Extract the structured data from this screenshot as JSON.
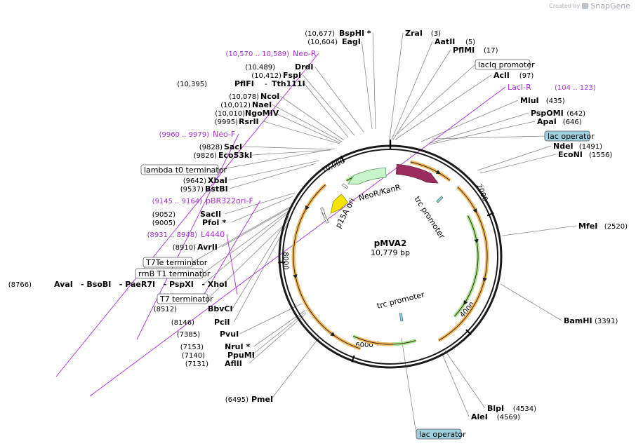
{
  "credit": {
    "prefix": "Created by",
    "brand": "SnapGene"
  },
  "plasmid": {
    "name": "pMVA2",
    "size": "10,779 bp"
  },
  "ticks": [
    "2000",
    "4000",
    "6000",
    "8000",
    "10,000"
  ],
  "sites": [
    {
      "pos": "(10,677)",
      "name": "BspHI *"
    },
    {
      "pos": "(10,604)",
      "name": "EagI"
    },
    {
      "pos": "(10,489)",
      "name": "DrdI"
    },
    {
      "pos": "(10,412)",
      "name": "FspI"
    },
    {
      "pos": "(10,395)",
      "name": "PflFI",
      "sep": "-",
      "name2": "Tth111I"
    },
    {
      "pos": "(10,078)",
      "name": "NcoI"
    },
    {
      "pos": "(10,012)",
      "name": "NaeI"
    },
    {
      "pos": "(10,010)",
      "name": "NgoMIV"
    },
    {
      "pos": "(9995)",
      "name": "RsrII"
    },
    {
      "pos": "(9828)",
      "name": "SacI"
    },
    {
      "pos": "(9826)",
      "name": "Eco53kI"
    },
    {
      "pos": "(9642)",
      "name": "XbaI"
    },
    {
      "pos": "(9537)",
      "name": "BstBI"
    },
    {
      "pos": "(9052)",
      "name": "SacII"
    },
    {
      "pos": "(9005)",
      "name": "PfoI *"
    },
    {
      "pos": "(8910)",
      "name": "AvrII"
    },
    {
      "pos": "(8766)",
      "name": "AvaI",
      "rest": "- BsoBI   - PaeR7I   - PspXI   - XhoI"
    },
    {
      "pos": "(8512)",
      "name": "BbvCI"
    },
    {
      "pos": "(8146)",
      "name": "PciI"
    },
    {
      "pos": "(7385)",
      "name": "PvuI"
    },
    {
      "pos": "(7153)",
      "name": "NruI *"
    },
    {
      "pos": "(7140)",
      "name": "PpuMI"
    },
    {
      "pos": "(7131)",
      "name": "AflII"
    },
    {
      "pos": "(6495)",
      "name": "PmeI"
    },
    {
      "pos": "(3)",
      "name": "ZraI"
    },
    {
      "pos": "(5)",
      "name": "AatII"
    },
    {
      "pos": "(17)",
      "name": "PflMI"
    },
    {
      "pos": "(97)",
      "name": "AclI"
    },
    {
      "pos": "(435)",
      "name": "MluI"
    },
    {
      "pos": "(642)",
      "name": "PspOMI"
    },
    {
      "pos": "(646)",
      "name": "ApaI"
    },
    {
      "pos": "(1491)",
      "name": "NdeI"
    },
    {
      "pos": "(1556)",
      "name": "EcoNI"
    },
    {
      "pos": "(2520)",
      "name": "MfeI"
    },
    {
      "pos": "(3391)",
      "name": "BamHI"
    },
    {
      "pos": "(4534)",
      "name": "BlpI"
    },
    {
      "pos": "(4569)",
      "name": "AleI"
    }
  ],
  "primers": [
    {
      "pos": "(10,570 .. 10,589)",
      "name": "Neo-R"
    },
    {
      "pos": "(9960 .. 9979)",
      "name": "Neo-F"
    },
    {
      "pos": "(9145 .. 9164)",
      "name": "pBR322ori-F"
    },
    {
      "pos": "(8931 .. 8948)",
      "name": "L4440"
    },
    {
      "pos": "(104 .. 123)",
      "name": "LacI-R"
    }
  ],
  "boxed": [
    {
      "text": "lacIq promoter",
      "fill": "#ffffff"
    },
    {
      "text": "lac operator",
      "fill": "#9fd0e0"
    },
    {
      "text": "lambda t0 terminator",
      "fill": "#ffffff"
    },
    {
      "text": "T7Te terminator",
      "fill": "#ffffff"
    },
    {
      "text": "rrnB T1 terminator",
      "fill": "#ffffff"
    },
    {
      "text": "T7 terminator",
      "fill": "#ffffff"
    },
    {
      "text": "lac operator",
      "fill": "#9fd0e0"
    }
  ],
  "features": {
    "lacI": "lacI",
    "neo": "NeoR/KanR",
    "ori": "p15A ori",
    "trc1": "trc promoter",
    "trc2": "trc promoter"
  },
  "colors": {
    "backbone": "#000000",
    "lacI": "#9b2d5e",
    "neo": "#c9f5cb",
    "ori": "#f5e400",
    "orfOuter": "#f0b85d",
    "orfInner": "#2e8a1d",
    "orfInnerFill": "#a6e38f",
    "primer": "#a72fd6",
    "operator": "#9fd0e0"
  }
}
